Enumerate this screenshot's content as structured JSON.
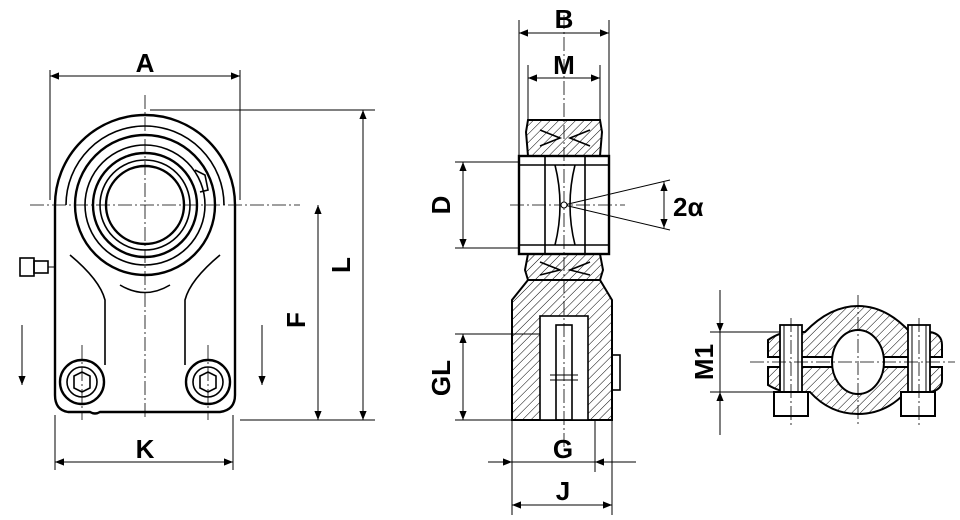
{
  "dimensions": {
    "A": "A",
    "B": "B",
    "M": "M",
    "D": "D",
    "two_alpha": "2α",
    "L": "L",
    "F": "F",
    "GL": "GL",
    "G": "G",
    "J": "J",
    "K": "K",
    "M1": "M1"
  },
  "icons": {
    "arrow": "dimension-arrow-icon",
    "grease": "grease-nipple-icon",
    "bolt": "socket-head-bolt-icon"
  }
}
